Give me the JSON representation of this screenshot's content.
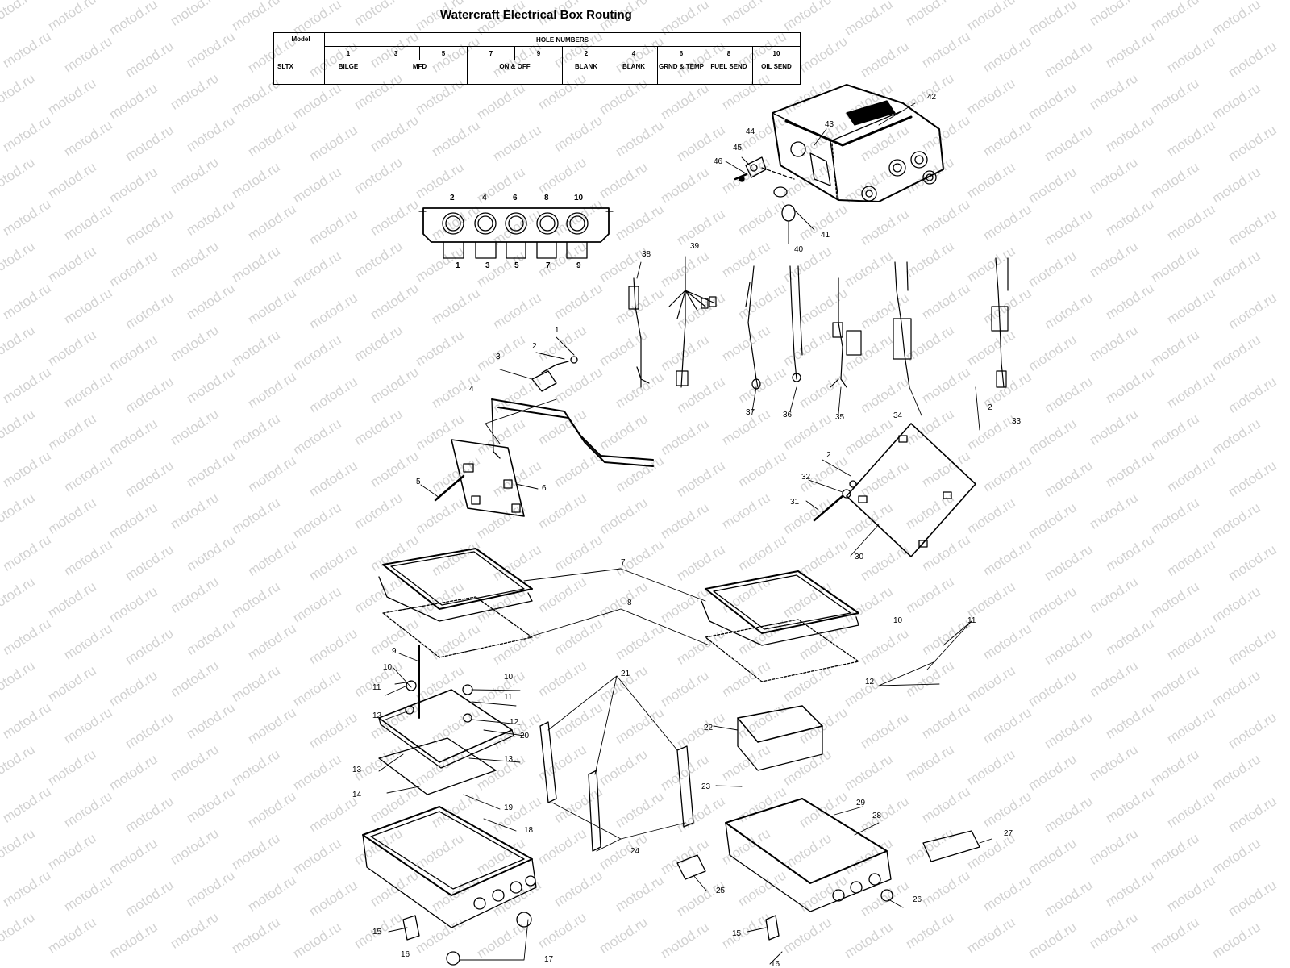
{
  "title": "Watercraft Electrical Box Routing",
  "watermark": "motod.ru",
  "table": {
    "model_header": "Model",
    "hole_numbers_header": "HOLE NUMBERS",
    "hole_numbers": [
      "1",
      "3",
      "5",
      "7",
      "9",
      "2",
      "4",
      "6",
      "8",
      "10"
    ],
    "row": {
      "model": "SLTX",
      "cells": [
        "BILGE",
        "MFD",
        "ON & OFF",
        "BLANK",
        "BLANK",
        "GRND & TEMP",
        "FUEL SEND",
        "OIL SEND"
      ]
    }
  },
  "connector_block": {
    "top_numbers": [
      "2",
      "4",
      "6",
      "8",
      "10"
    ],
    "bottom_numbers": [
      "1",
      "3",
      "5",
      "7",
      "9"
    ]
  },
  "callouts": [
    "1",
    "2",
    "3",
    "4",
    "5",
    "6",
    "7",
    "8",
    "9",
    "10",
    "11",
    "12",
    "13",
    "14",
    "15",
    "16",
    "17",
    "18",
    "19",
    "20",
    "21",
    "22",
    "23",
    "24",
    "25",
    "26",
    "27",
    "28",
    "29",
    "30",
    "31",
    "32",
    "33",
    "34",
    "35",
    "36",
    "37",
    "38",
    "39",
    "40",
    "41",
    "42",
    "43",
    "44",
    "45",
    "46"
  ]
}
